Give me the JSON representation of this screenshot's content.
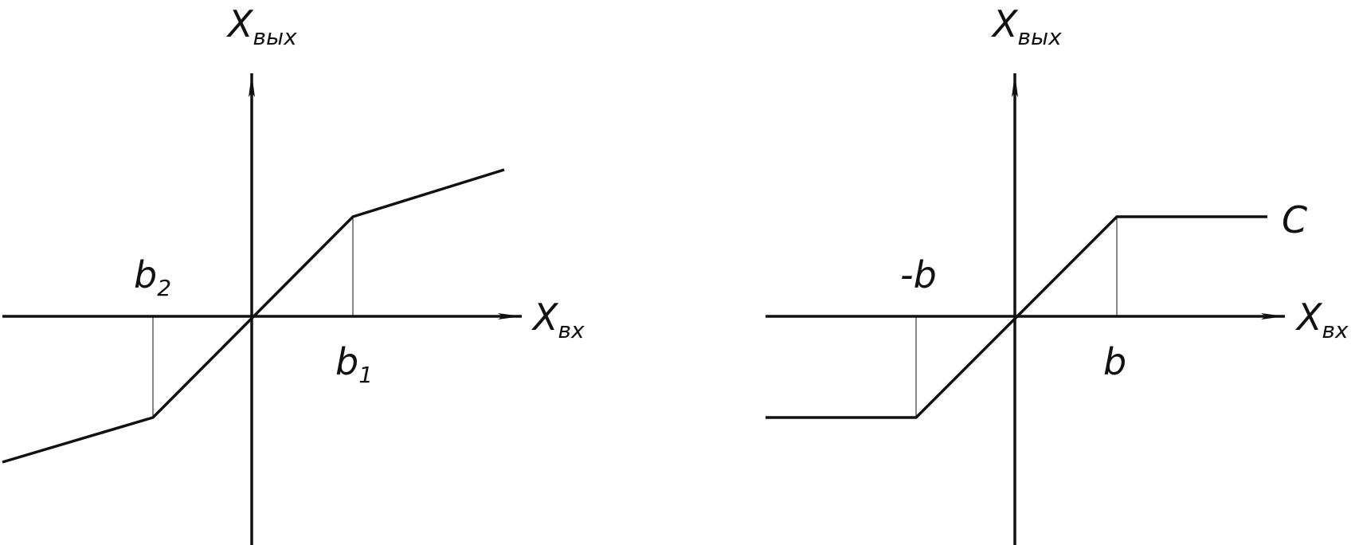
{
  "colors": {
    "line": "#111111",
    "background": "#ffffff"
  },
  "left_diagram": {
    "y_axis": {
      "main": "X",
      "sub": "вых"
    },
    "x_axis": {
      "main": "X",
      "sub": "вх"
    },
    "b_neg": {
      "main": "b",
      "sub": "2"
    },
    "b_pos": {
      "main": "b",
      "sub": "1"
    }
  },
  "right_diagram": {
    "y_axis": {
      "main": "X",
      "sub": "вых"
    },
    "x_axis": {
      "main": "X",
      "sub": "вх"
    },
    "b_neg": "-b",
    "b_pos": "b",
    "c_level": "C"
  }
}
